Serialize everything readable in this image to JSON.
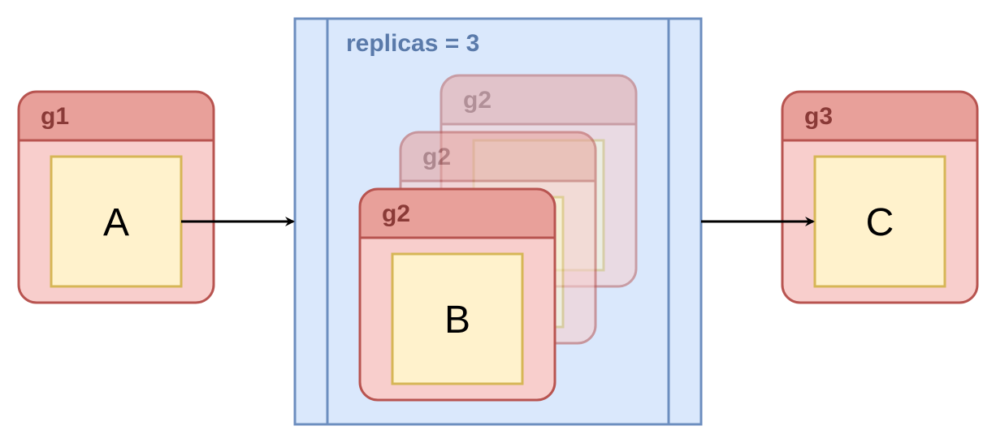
{
  "colors": {
    "group_fill": "#f8cecc",
    "group_header": "#e8a09a",
    "group_stroke": "#b85450",
    "group_title": "#8a3a37",
    "node_fill": "#fff2cc",
    "node_stroke": "#d6b656",
    "replica_fill": "#dae8fc",
    "replica_stroke": "#6c8ebf",
    "replica_label": "#5a7aaa",
    "edge": "#000000"
  },
  "groups": {
    "g1": {
      "title": "g1",
      "node": "A"
    },
    "g2": {
      "title": "g2",
      "node": "B"
    },
    "g3": {
      "title": "g3",
      "node": "C"
    }
  },
  "replicas": {
    "label": "replicas = 3"
  },
  "edges": [
    {
      "from": "A",
      "to": "replicas"
    },
    {
      "from": "replicas",
      "to": "C"
    }
  ]
}
